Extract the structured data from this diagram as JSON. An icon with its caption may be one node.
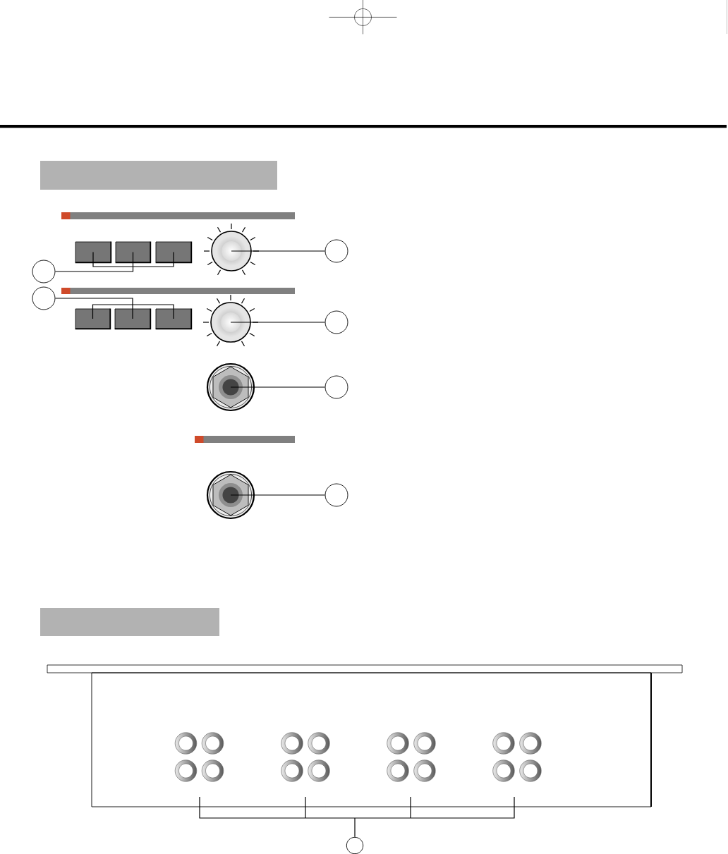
{
  "diagram": {
    "nodes": [
      {
        "text": [],
        "shape": "crosshair"
      },
      {
        "text": [],
        "shape": "band"
      },
      {
        "text": [],
        "shape": "box"
      },
      {
        "text": [],
        "shape": "box"
      },
      {
        "text": [],
        "shape": "box"
      },
      {
        "text": [],
        "shape": "knob"
      },
      {
        "text": [],
        "shape": "circle"
      },
      {
        "text": [],
        "shape": "circle"
      },
      {
        "text": [],
        "shape": "circle"
      },
      {
        "text": [],
        "shape": "box"
      },
      {
        "text": [],
        "shape": "box"
      },
      {
        "text": [],
        "shape": "box"
      },
      {
        "text": [],
        "shape": "knob"
      },
      {
        "text": [],
        "shape": "circle"
      },
      {
        "text": [],
        "shape": "socket"
      },
      {
        "text": [],
        "shape": "circle"
      },
      {
        "text": [],
        "shape": "socket"
      },
      {
        "text": [],
        "shape": "circle"
      },
      {
        "text": [],
        "shape": "band"
      },
      {
        "text": [],
        "shape": "circle"
      }
    ],
    "edges": [
      {
        "from": 7,
        "to": 2,
        "arrow": "none"
      },
      {
        "from": 7,
        "to": 3,
        "arrow": "none"
      },
      {
        "from": 7,
        "to": 4,
        "arrow": "none"
      },
      {
        "from": 6,
        "to": 5,
        "arrow": "none"
      },
      {
        "from": 8,
        "to": 9,
        "arrow": "none"
      },
      {
        "from": 8,
        "to": 10,
        "arrow": "none"
      },
      {
        "from": 8,
        "to": 11,
        "arrow": "none"
      },
      {
        "from": 13,
        "to": 12,
        "arrow": "none"
      },
      {
        "from": 15,
        "to": 14,
        "arrow": "none"
      },
      {
        "from": 17,
        "to": 16,
        "arrow": "none"
      },
      {
        "from": 19,
        "to": null,
        "arrow": "none"
      },
      {
        "from": 19,
        "to": null,
        "arrow": "none"
      },
      {
        "from": 19,
        "to": null,
        "arrow": "none"
      },
      {
        "from": 19,
        "to": null,
        "arrow": "none"
      }
    ]
  }
}
